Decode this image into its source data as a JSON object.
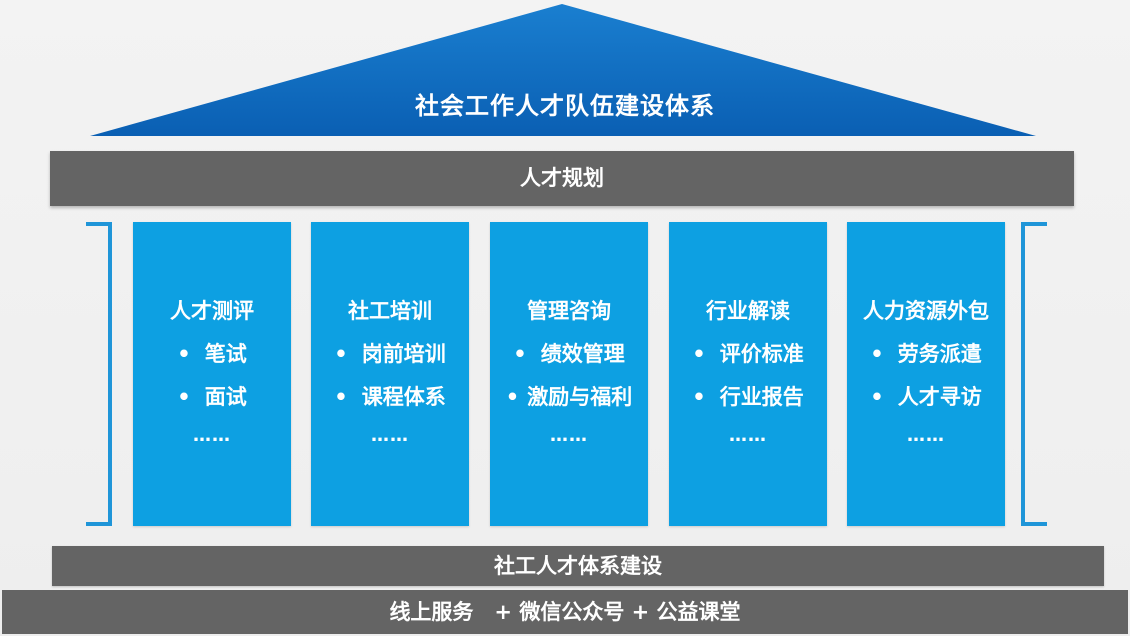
{
  "roof": {
    "title": "社会工作人才队伍建设体系",
    "color_top": "#1a7fd0",
    "color_bottom": "#0a5fb3"
  },
  "bands": {
    "planning": "人才规划",
    "system": "社工人才体系建设",
    "services": "线上服务　+ 微信公众号 + 公益课堂"
  },
  "pillars": [
    {
      "title": "人才测评",
      "items": [
        "笔试",
        "面试"
      ],
      "ellipsis": "……"
    },
    {
      "title": "社工培训",
      "items": [
        "岗前培训",
        "课程体系"
      ],
      "ellipsis": "……"
    },
    {
      "title": "管理咨询",
      "items": [
        "绩效管理",
        "激励与福利"
      ],
      "ellipsis": "……"
    },
    {
      "title": "行业解读",
      "items": [
        "评价标准",
        "行业报告"
      ],
      "ellipsis": "……"
    },
    {
      "title": "人力资源外包",
      "items": [
        "劳务派遣",
        "人才寻访"
      ],
      "ellipsis": "……"
    }
  ],
  "bullet_glyph": "•",
  "colors": {
    "pillar": "#0da0e2",
    "band": "#646464",
    "bracket": "#1f95d8"
  }
}
